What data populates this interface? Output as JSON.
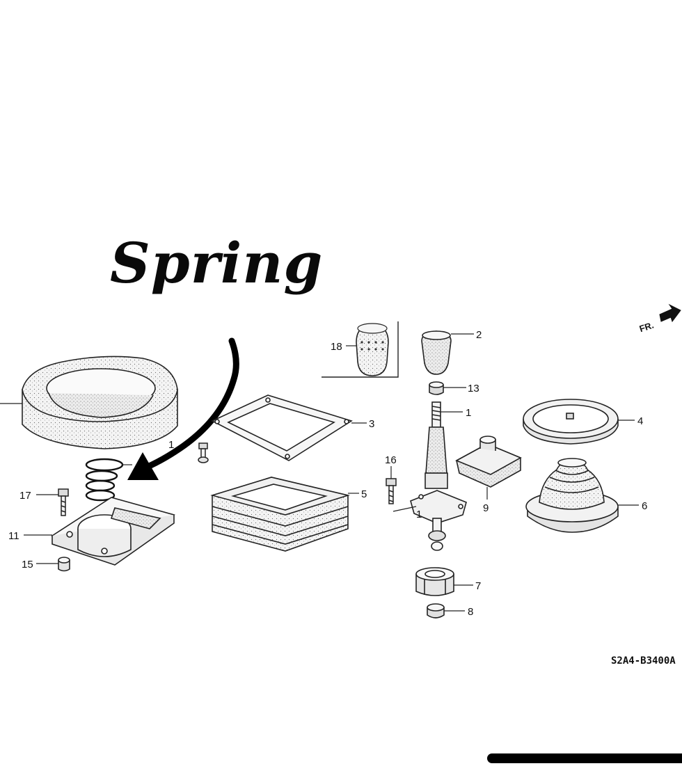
{
  "annotation": {
    "text": "Spring"
  },
  "front_marker": "FR.",
  "diagram_code": "S2A4-B3400A",
  "callouts": [
    {
      "id": "c1",
      "num": "1"
    },
    {
      "id": "c1b",
      "num": "1"
    },
    {
      "id": "c1c",
      "num": "1"
    },
    {
      "id": "c2",
      "num": "2"
    },
    {
      "id": "c3",
      "num": "3"
    },
    {
      "id": "c4",
      "num": "4"
    },
    {
      "id": "c5",
      "num": "5"
    },
    {
      "id": "c6",
      "num": "6"
    },
    {
      "id": "c7",
      "num": "7"
    },
    {
      "id": "c8",
      "num": "8"
    },
    {
      "id": "c9",
      "num": "9"
    },
    {
      "id": "c11",
      "num": "11"
    },
    {
      "id": "c13",
      "num": "13"
    },
    {
      "id": "c15",
      "num": "15"
    },
    {
      "id": "c16",
      "num": "16"
    },
    {
      "id": "c17",
      "num": "17"
    },
    {
      "id": "c18",
      "num": "18"
    }
  ]
}
